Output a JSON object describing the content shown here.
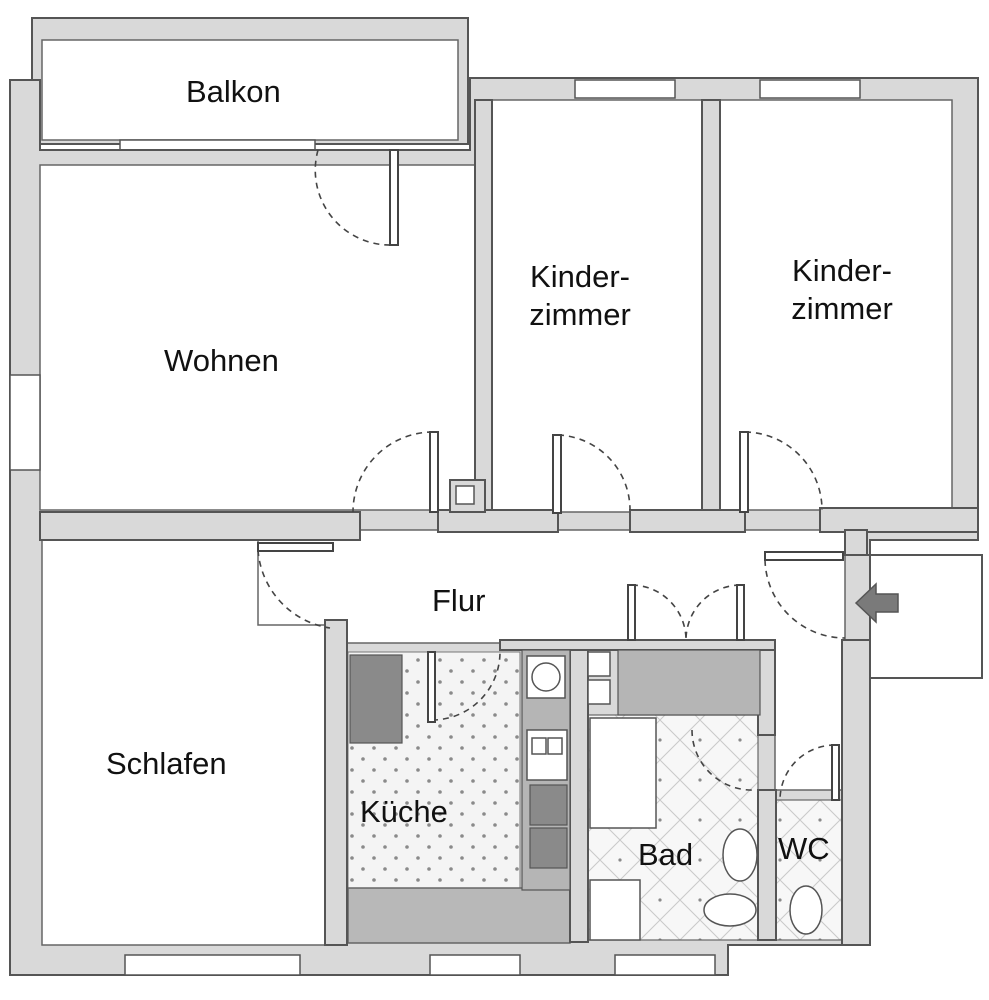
{
  "rooms": {
    "balkon": "Balkon",
    "kinderzimmer_1_line1": "Kinder-",
    "kinderzimmer_1_line2": "zimmer",
    "kinderzimmer_2_line1": "Kinder-",
    "kinderzimmer_2_line2": "zimmer",
    "wohnen": "Wohnen",
    "flur": "Flur",
    "schlafen": "Schlafen",
    "kueche": "Küche",
    "bad": "Bad",
    "wc": "WC"
  },
  "icons": {
    "entrance": "arrow-left-icon"
  },
  "colors": {
    "wall": "#d9d9d9",
    "outline": "#555555",
    "floor": "#ffffff",
    "fixture_dark": "#8a8a8a"
  }
}
